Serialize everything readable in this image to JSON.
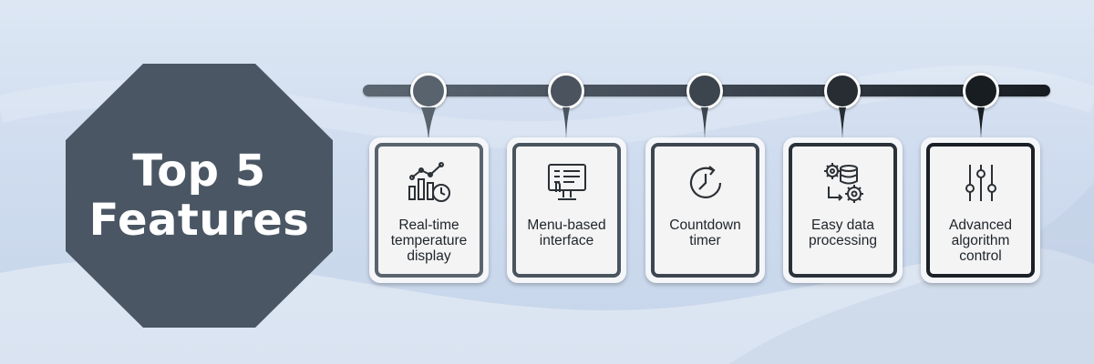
{
  "title_block": {
    "line1": "Top 5",
    "line2": "Features",
    "color": "#4a5663"
  },
  "timeline": {
    "gradient_start": "#5c6772",
    "gradient_end": "#171c22"
  },
  "features": [
    {
      "label": "Real-time\ntemperature\ndisplay",
      "icon": "chart-clock-icon",
      "color": "#55606b"
    },
    {
      "label": "Menu-based\ninterface",
      "icon": "monitor-touch-icon",
      "color": "#4a545f"
    },
    {
      "label": "Countdown\ntimer",
      "icon": "clock-arrow-icon",
      "color": "#3d4650"
    },
    {
      "label": "Easy data\nprocessing",
      "icon": "database-gears-icon",
      "color": "#2a3138"
    },
    {
      "label": "Advanced\nalgorithm\ncontrol",
      "icon": "sliders-icon",
      "color": "#1a2026"
    }
  ]
}
